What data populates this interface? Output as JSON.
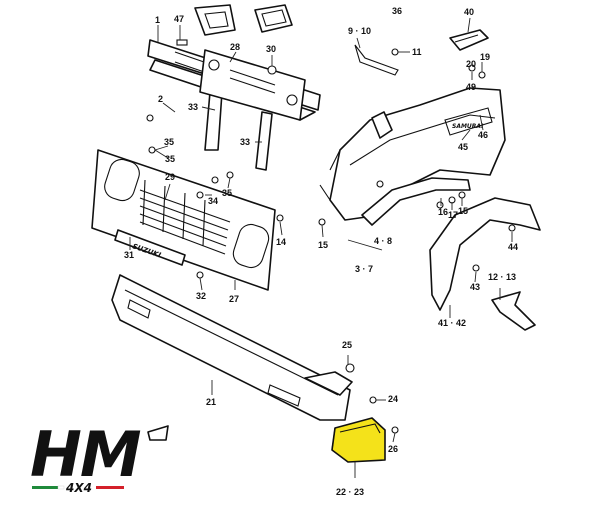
{
  "callouts": {
    "c1": "1",
    "c2": "2",
    "c3_7": "3 · 7",
    "c4_8": "4 · 8",
    "c9_10": "9 · 10",
    "c11": "11",
    "c12_13": "12 · 13",
    "c14": "14",
    "c15": "15",
    "c16": "16",
    "c17": "17",
    "c19": "19",
    "c20": "20",
    "c21": "21",
    "c22_23": "22 · 23",
    "c24": "24",
    "c25": "25",
    "c26": "26",
    "c27": "27",
    "c28": "28",
    "c29": "29",
    "c30": "30",
    "c31": "31",
    "c32": "32",
    "c33a": "33",
    "c33b": "33",
    "c34": "34",
    "c35a": "35",
    "c35b": "35",
    "c36": "36",
    "c40": "40",
    "c41_42": "41 · 42",
    "c43": "43",
    "c44": "44",
    "c45": "45",
    "c46": "46",
    "c47": "47",
    "c49": "49"
  },
  "highlight_color": "#f4e21a",
  "logo": {
    "letters": "HM",
    "sub": "4X4",
    "stripe_colors": [
      "#1f8a3b",
      "#ffffff",
      "#d4202a"
    ]
  }
}
